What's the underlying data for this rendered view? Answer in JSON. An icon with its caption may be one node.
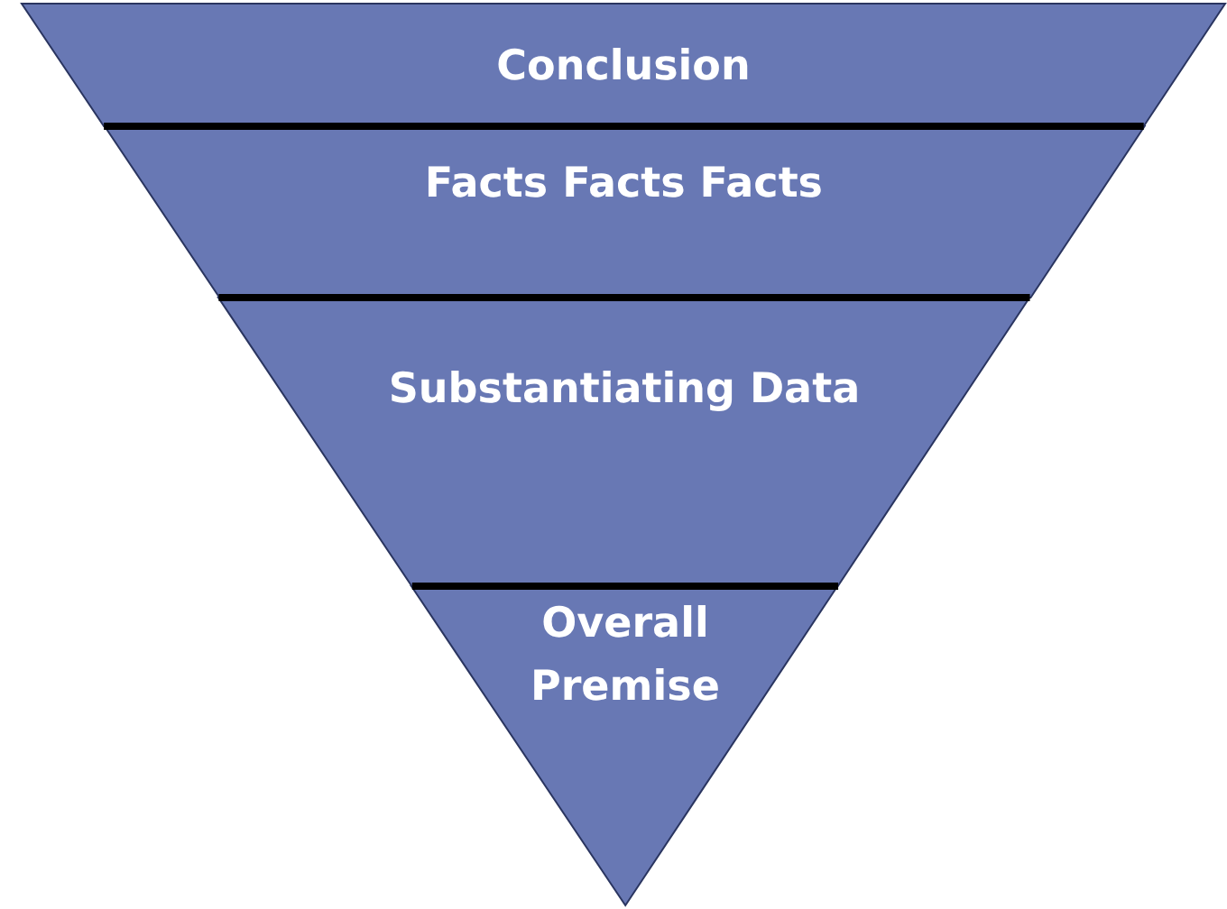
{
  "diagram": {
    "nodes": [
      {
        "text": [
          "Conclusion"
        ]
      },
      {
        "text": [
          "Facts Facts Facts"
        ]
      },
      {
        "text": [
          "Substantiating Data"
        ]
      },
      {
        "text": [
          "Overall Premise"
        ]
      }
    ]
  }
}
